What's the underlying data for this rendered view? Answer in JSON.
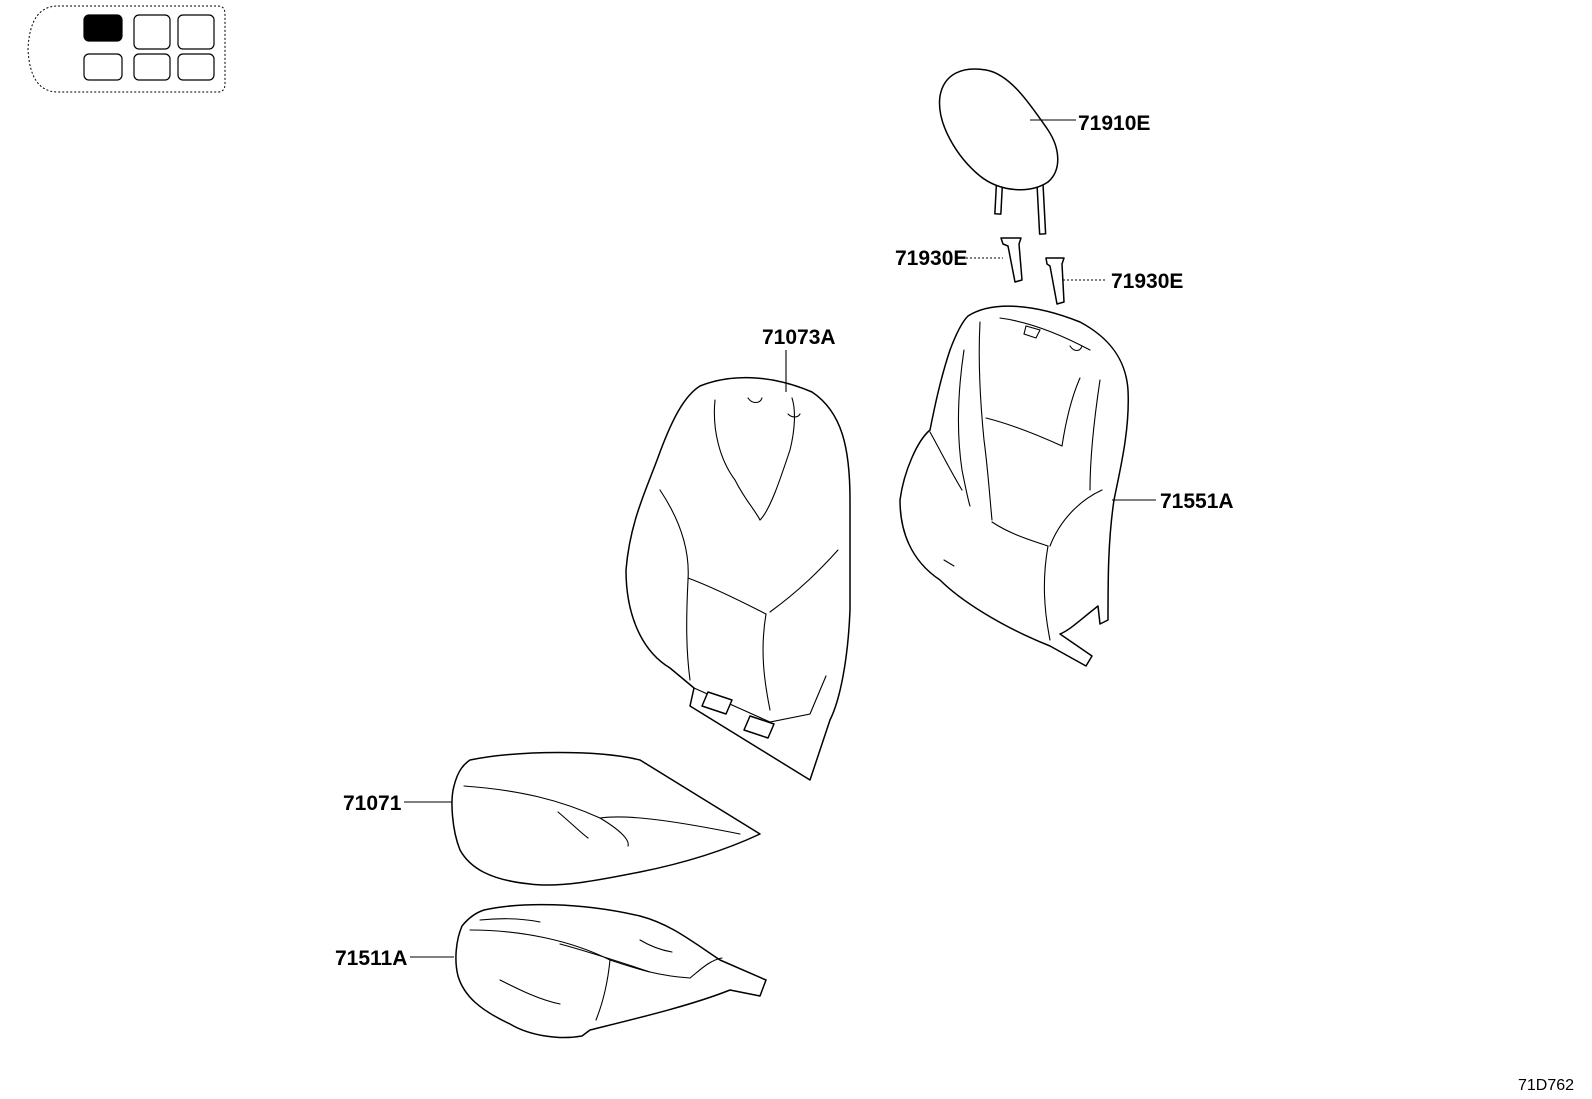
{
  "callouts": {
    "headrest": "71910E",
    "support_left": "71930E",
    "support_right": "71930E",
    "back_pad": "71073A",
    "back_cover": "71551A",
    "cushion_pad": "71071",
    "cushion_cover": "71511A"
  },
  "diagram_ref": "71D762",
  "locator": {
    "highlighted_seat": "front-left",
    "highlight_color": "#000000"
  }
}
